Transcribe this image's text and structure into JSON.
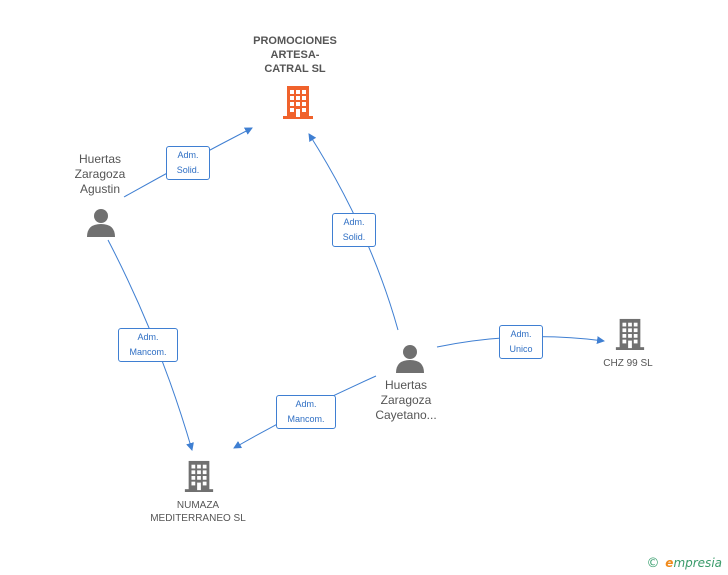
{
  "nodes": {
    "promociones": {
      "lines": [
        "PROMOCIONES",
        "ARTESA-",
        "CATRAL SL"
      ]
    },
    "agustin": {
      "lines": [
        "Huertas",
        "Zaragoza",
        "Agustin"
      ]
    },
    "cayetano": {
      "lines": [
        "Huertas",
        "Zaragoza",
        "Cayetano..."
      ]
    },
    "chz": {
      "lines": [
        "CHZ 99 SL"
      ]
    },
    "numaza": {
      "lines": [
        "NUMAZA",
        "MEDITERRANEO SL"
      ]
    }
  },
  "edges": {
    "agustin_promociones": [
      "Adm.",
      "Solid."
    ],
    "cayetano_promociones": [
      "Adm.",
      "Solid."
    ],
    "agustin_numaza": [
      "Adm.",
      "Mancom."
    ],
    "cayetano_numaza": [
      "Adm.",
      "Mancom."
    ],
    "cayetano_chz": [
      "Adm.",
      "Unico"
    ]
  },
  "colors": {
    "main_company": "#f0622c",
    "company": "#707070",
    "person": "#707070",
    "edge": "#3f7fd2"
  },
  "footer": {
    "copyright": "©",
    "brand_initial": "e",
    "brand_rest": "mpresia"
  }
}
